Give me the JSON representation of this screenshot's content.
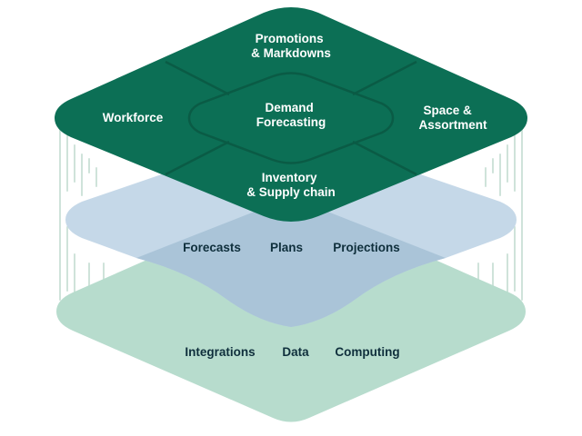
{
  "colors": {
    "top_layer": "#0c6f55",
    "top_stroke": "#0a5b45",
    "middle_layer": "#bfd4e6",
    "middle_overlap": "#aac4d8",
    "bottom_layer": "#b7dccd",
    "stripes": "#cfe3da",
    "dark_text": "#0f2f3c",
    "light_text": "#ffffff"
  },
  "top_layer": {
    "sections": [
      {
        "id": "center",
        "lines": [
          "Demand",
          "Forecasting"
        ]
      },
      {
        "id": "top",
        "lines": [
          "Promotions",
          "& Markdowns"
        ]
      },
      {
        "id": "left",
        "lines": [
          "Workforce"
        ]
      },
      {
        "id": "right",
        "lines": [
          "Space &",
          "Assortment"
        ]
      },
      {
        "id": "bottom",
        "lines": [
          "Inventory",
          "& Supply chain"
        ]
      }
    ]
  },
  "middle_layer": {
    "labels": [
      "Forecasts",
      "Plans",
      "Projections"
    ]
  },
  "bottom_layer": {
    "labels": [
      "Integrations",
      "Data",
      "Computing"
    ]
  }
}
